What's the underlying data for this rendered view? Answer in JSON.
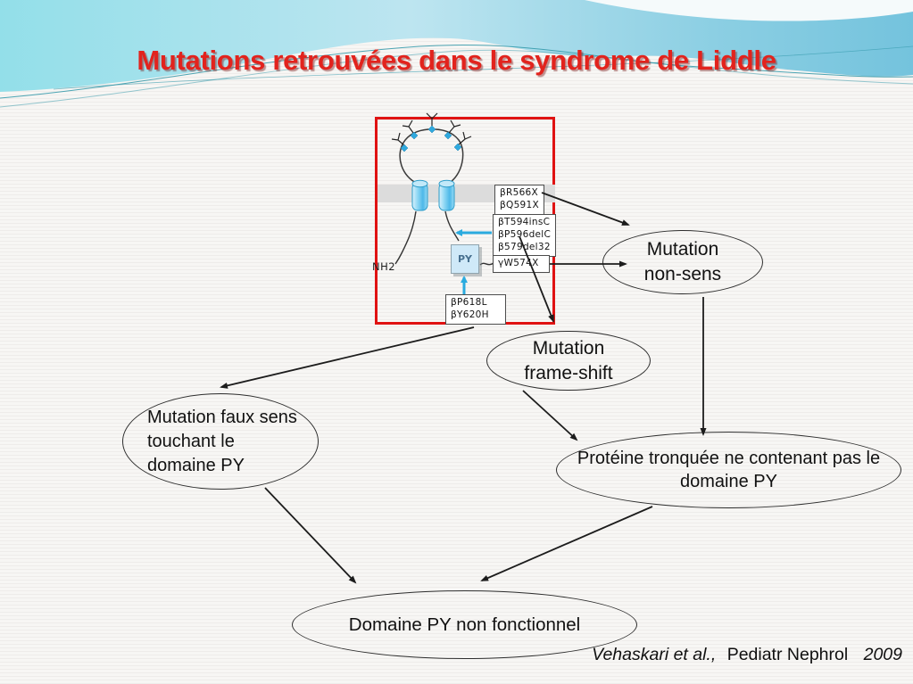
{
  "title": "Mutations retrouvées dans le syndrome de Liddle",
  "schematic": {
    "nh2_label": "NH2",
    "py_label": "PY",
    "mutation_boxes": {
      "nonsense_upper": {
        "lines": [
          "βR566X",
          "βQ591X"
        ]
      },
      "frameshift": {
        "lines": [
          "βT594insC",
          "βP596delC",
          "β579del32"
        ]
      },
      "nonsense_lower": {
        "lines": [
          "γW574X"
        ]
      },
      "missense_py": {
        "lines": [
          "βP618L",
          "βY620H"
        ]
      }
    }
  },
  "nodes": {
    "nonsense": "Mutation\nnon-sens",
    "frameshift": "Mutation\nframe-shift",
    "missense": "Mutation faux sens\ntouchant le\ndomaine PY",
    "truncated": "Protéine tronquée ne contenant pas le\ndomaine PY",
    "py_nonfunctional": "Domaine PY non fonctionnel"
  },
  "citation": {
    "authors": "Vehaskari et al.,",
    "journal": "Pediatr Nephrol",
    "year": "2009"
  },
  "colors": {
    "title_red": "#e2231d",
    "frame_red": "#e01212",
    "arrow_black": "#1c1c1c",
    "arrow_cyan": "#2aabdf",
    "banner_blue_left": "#93dfe9",
    "banner_blue_right": "#74c3dd",
    "membrane_gray": "#dcdcdc"
  }
}
